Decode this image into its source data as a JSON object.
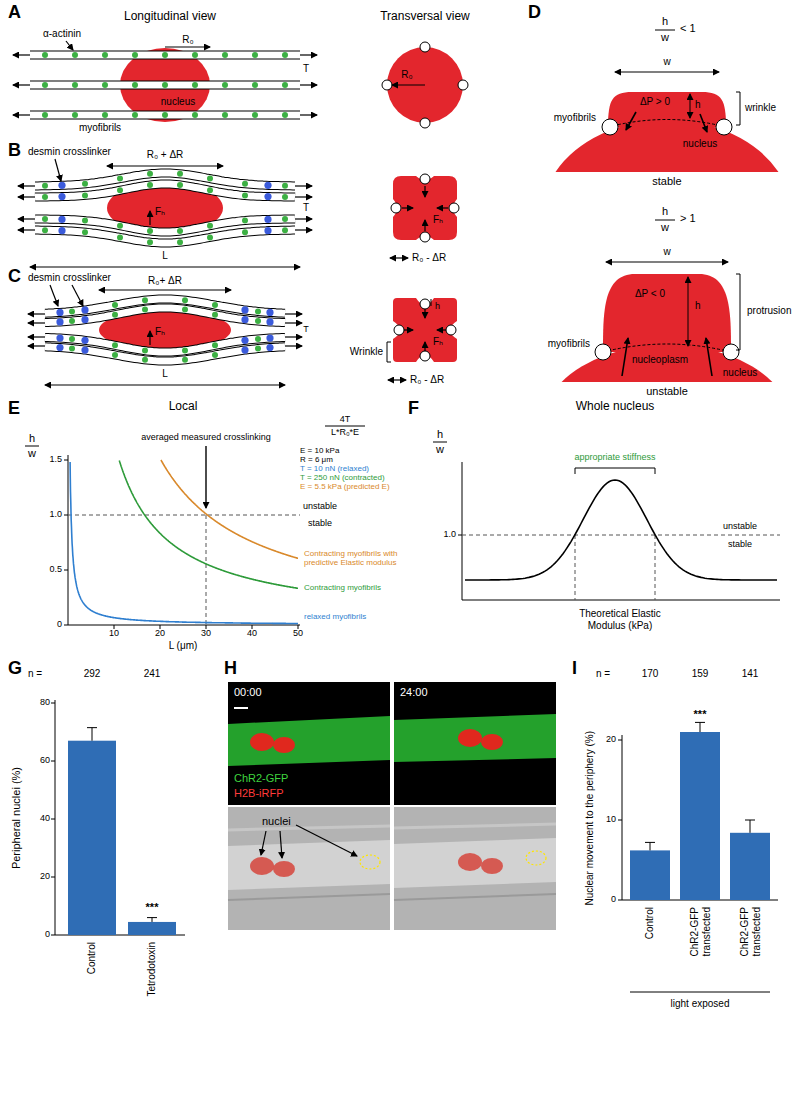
{
  "diagram": {
    "labels": [
      "A",
      "Longitudinal view",
      "Transversal view",
      "α-actinin",
      "R₀",
      "T",
      "nucleus",
      "myofibrils",
      "R₀",
      "B",
      "desmin crosslinker",
      "R₀ + ΔR",
      "T",
      "Fₕ",
      "L",
      "Fₕ",
      "R₀ - ΔR",
      "C",
      "desmin crosslinker",
      "R₀+ ΔR",
      "T",
      "Fₕ",
      "L",
      "h",
      "Fₕ",
      "Wrinkle",
      "R₀ - ΔR",
      "D",
      "h",
      "w",
      "< 1",
      "w",
      "myofibrils",
      "ΔP > 0",
      "h",
      "wrinkle",
      "nucleus",
      "stable",
      "h",
      "w",
      "> 1",
      "w",
      "ΔP < 0",
      "h",
      "protrusion",
      "myofibrils",
      "nucleoplasm",
      "nucleus",
      "unstable",
      "E",
      "Local",
      "h",
      "w",
      "averaged measured crosslinking",
      "4T",
      "L*R₀*E",
      "E = 10 kPa",
      "R = 6 μm",
      "T = 10 nN (relaxed)",
      "T = 250 nN (contracted)",
      "E = 5.5 kPa (predicted E)",
      "unstable",
      "stable",
      "Contracting myofibrils with predictive Elastic modulus",
      "Contracting myofibrils",
      "relaxed myofibrils",
      "1.5",
      "1.0",
      "0.5",
      "0",
      "10",
      "20",
      "30",
      "40",
      "50",
      "L (μm)",
      "F",
      "Whole nucleus",
      "h",
      "w",
      "appropriate stiffness",
      "1.0",
      "unstable",
      "stable",
      "Theoretical Elastic Modulus (kPa)",
      "G",
      "n =",
      "292",
      "241",
      "Peripheral nuclei (%)",
      "80",
      "60",
      "40",
      "20",
      "0",
      "Control",
      "Tetrodotoxin",
      "***",
      "H",
      "00:00",
      "24:00",
      "ChR2-GFP",
      "H2B-iRFP",
      "nuclei",
      "I",
      "n =",
      "170",
      "159",
      "141",
      "Nuclear movement to the periphery (%)",
      "20",
      "10",
      "0",
      "Control",
      "ChR2-GFP transfected",
      "ChR2-GFP transfected",
      "***",
      "light exposed"
    ]
  }
}
